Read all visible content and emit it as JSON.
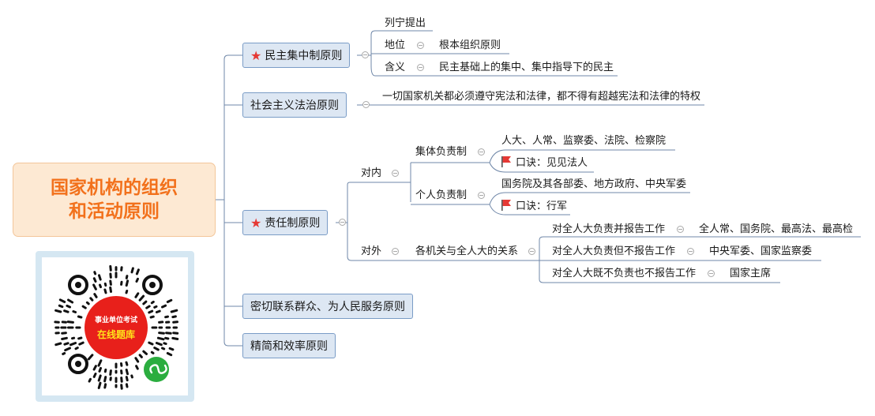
{
  "root": {
    "title": "国家机构的组织和活动原则"
  },
  "branches": {
    "democratic": {
      "label": "民主集中制原则",
      "proposer": "列宁提出",
      "status_key": "地位",
      "status_value": "根本组织原则",
      "meaning_key": "含义",
      "meaning_value": "民主基础上的集中、集中指导下的民主"
    },
    "rule_of_law": {
      "label": "社会主义法治原则",
      "detail": "一切国家机关都必须遵守宪法和法律，都不得有超越宪法和法律的特权"
    },
    "responsibility": {
      "label": "责任制原则",
      "internal": "对内",
      "collective": "集体负责制",
      "collective_members": "人大、人常、监察委、法院、检察院",
      "collective_mnemonic": "口诀：见见法人",
      "individual": "个人负责制",
      "individual_members": "国务院及其各部委、地方政府、中央军委",
      "individual_mnemonic": "口诀：行军",
      "external": "对外",
      "relation": "各机关与全人大的关系",
      "rel1": "对全人大负责并报告工作",
      "rel1_members": "全人常、国务院、最高法、最高检",
      "rel2": "对全人大负责但不报告工作",
      "rel2_members": "中央军委、国家监察委",
      "rel3": "对全人大既不负责也不报告工作",
      "rel3_members": "国家主席"
    },
    "mass_line": {
      "label": "密切联系群众、为人民服务原则"
    },
    "efficiency": {
      "label": "精简和效率原则"
    }
  },
  "qr": {
    "line1": "事业单位考试",
    "line2": "在线题库"
  },
  "colors": {
    "root_text": "#f2711c",
    "root_bg": "#fde9d3",
    "node_bg": "#dde7f3",
    "node_border": "#7a9cc6",
    "line": "#6f87a8",
    "flag": "#e53935",
    "qr_ring": "#d5e7f2"
  }
}
